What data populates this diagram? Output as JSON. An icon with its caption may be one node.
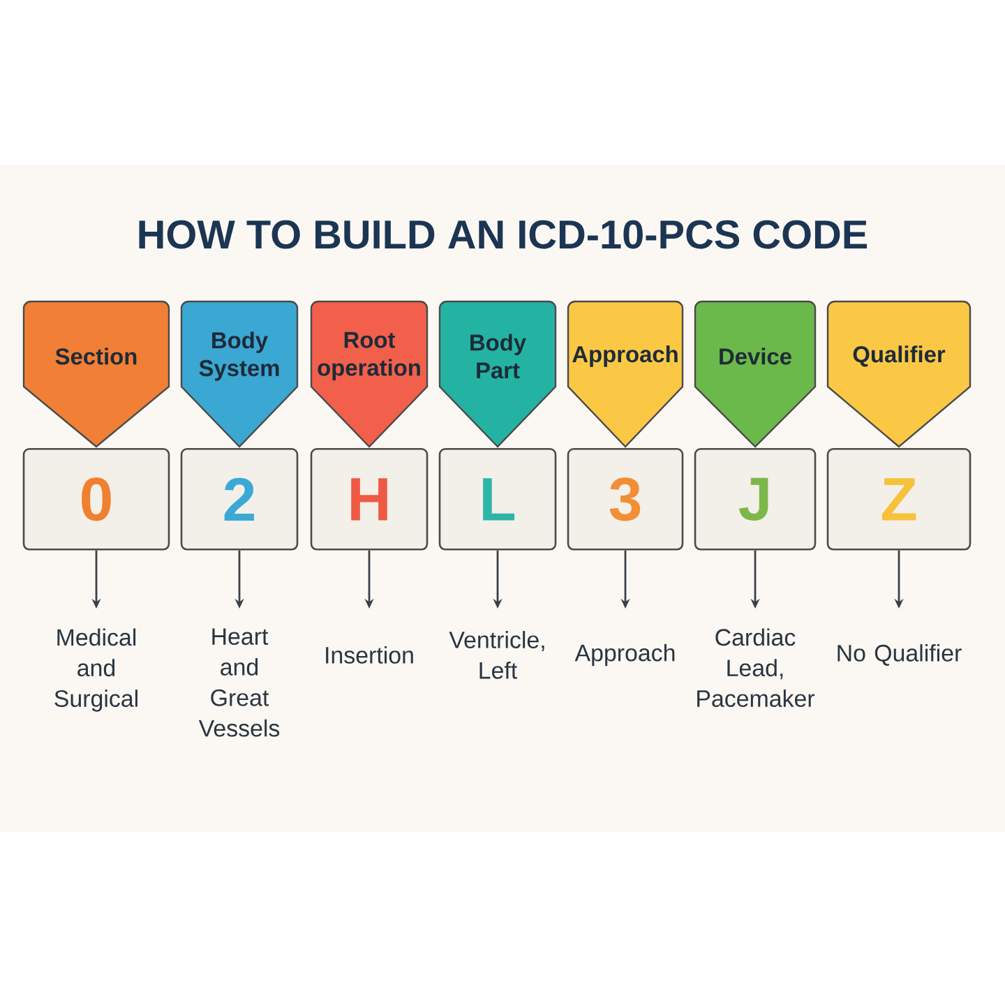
{
  "diagram": {
    "title": "HOW TO BUILD AN ICD-10-PCS CODE",
    "nodes": [
      {
        "text": [
          "Section"
        ]
      },
      {
        "text": [
          "Body System"
        ]
      },
      {
        "text": [
          "Root operation"
        ]
      },
      {
        "text": [
          "Body Part"
        ]
      },
      {
        "text": [
          "Approach"
        ]
      },
      {
        "text": [
          "Device"
        ]
      },
      {
        "text": [
          "Qualifier"
        ]
      },
      {
        "text": [
          "0"
        ]
      },
      {
        "text": [
          "2"
        ]
      },
      {
        "text": [
          "H"
        ]
      },
      {
        "text": [
          "L"
        ]
      },
      {
        "text": [
          "3"
        ]
      },
      {
        "text": [
          "J"
        ]
      },
      {
        "text": [
          "Z"
        ]
      },
      {
        "text": [
          "Medical and Surgical"
        ]
      },
      {
        "text": [
          "Heart and Great Vessels"
        ]
      },
      {
        "text": [
          "Insertion"
        ]
      },
      {
        "text": [
          "Ventricle, Left"
        ]
      },
      {
        "text": [
          "Approach"
        ]
      },
      {
        "text": [
          "Cardiac Lead, Pacemaker"
        ]
      },
      {
        "text": [
          "No Qualifier"
        ]
      }
    ],
    "edges": [
      {
        "from": 7,
        "to": 14,
        "arrow": "to"
      },
      {
        "from": 8,
        "to": 15,
        "arrow": "to"
      },
      {
        "from": 9,
        "to": 16,
        "arrow": "to"
      },
      {
        "from": 10,
        "to": 17,
        "arrow": "to"
      },
      {
        "from": 11,
        "to": 18,
        "arrow": "to"
      },
      {
        "from": 12,
        "to": 19,
        "arrow": "to"
      },
      {
        "from": 13,
        "to": 20,
        "arrow": "to"
      }
    ]
  }
}
